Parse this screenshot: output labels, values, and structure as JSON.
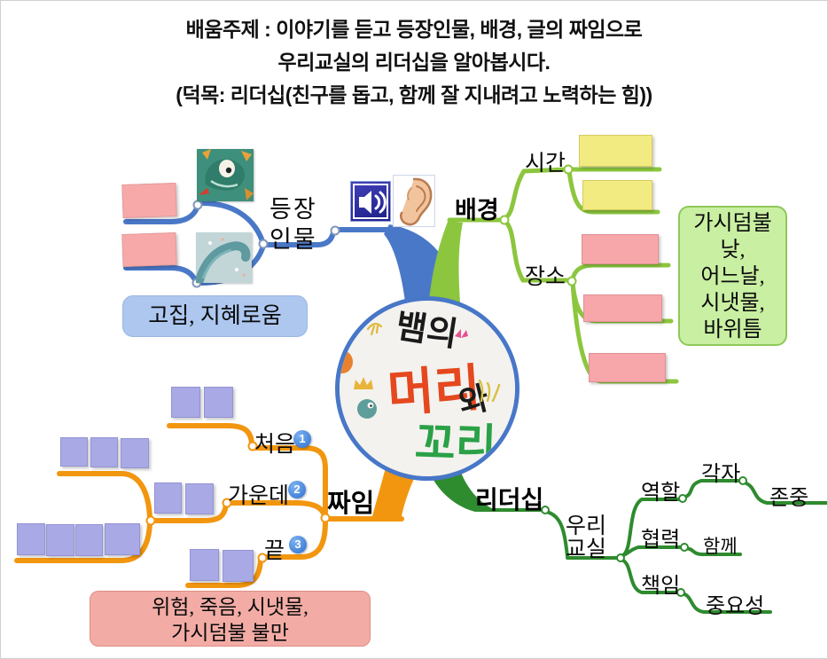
{
  "title": {
    "lines": [
      "배움주제 : 이야기를 듣고 등장인물, 배경, 글의 짜임으로",
      "우리교실의 리더십을 알아봅시다.",
      "(덕목: 리더십(친구를 돕고, 함께 잘 지내려고 노력하는 힘))"
    ]
  },
  "center": {
    "word1": "뱀의",
    "word2": "머리",
    "word3": "와",
    "word4": "꼬리"
  },
  "branches": {
    "characters": {
      "label_top": "등장",
      "label_bottom": "인물",
      "callout": "고집, 지혜로움"
    },
    "background": {
      "label": "배경",
      "time_label": "시간",
      "place_label": "장소",
      "callout_lines": [
        "가시덤불",
        "낮,",
        "어느날,",
        "시냇물,",
        "바위틈"
      ]
    },
    "structure": {
      "label": "짜임",
      "first_label": "처음",
      "first_badge": "1",
      "middle_label": "가운데",
      "middle_badge": "2",
      "end_label": "끝",
      "end_badge": "3",
      "callout_line1": "위험, 죽음, 시냇물,",
      "callout_line2": "가시덤불 불만"
    },
    "leadership": {
      "label": "리더십",
      "child_top": "우리",
      "child_bottom": "교실",
      "role_label": "역할",
      "role_leaf": "각자",
      "role_subleaf": "존중",
      "coop_label": "협력",
      "coop_leaf": "함께",
      "resp_label": "책임",
      "resp_leaf": "중요성"
    }
  },
  "icons": {
    "speaker": "audio-speaker",
    "ear": "listening-ear"
  },
  "colors": {
    "branch_blue": "#4A78C8",
    "branch_light_green": "#8CC63E",
    "branch_orange": "#F2960F",
    "branch_dark_green": "#2E8B2E",
    "note_pink": "#F7A9A9",
    "note_yellow": "#F1EB82",
    "note_purple": "#A9A9E5",
    "callout_blue": "#ADC7EF",
    "callout_green": "#C9EFA2",
    "callout_pink": "#F2ACA5",
    "badge_blue": "#2B6FD0",
    "center_red": "#E5481E",
    "center_green": "#2AA146"
  }
}
